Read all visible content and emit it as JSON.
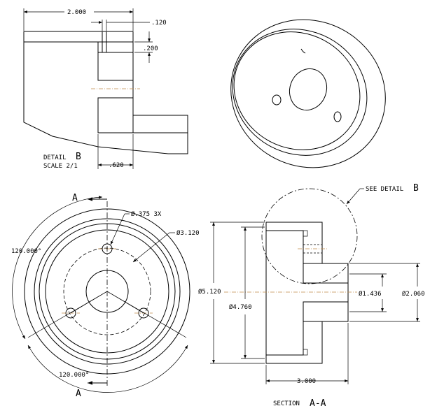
{
  "detail_b": {
    "dim_width": "2.000",
    "dim_lip": ".120",
    "dim_step": ".200",
    "dim_hub": ".620",
    "label_word": "DETAIL",
    "label_letter": "B",
    "scale": "SCALE 2/1"
  },
  "front_view": {
    "section_letter_top": "A",
    "section_letter_bottom": "A",
    "hole_callout": "Ø.375 3X",
    "bolt_circle": "Ø3.120",
    "angle_upper": "120.000°",
    "angle_lower": "120.000°"
  },
  "section_view": {
    "see_detail_text": "SEE DETAIL",
    "see_detail_letter": "B",
    "dia_outer": "Ø5.120",
    "dia_inner": "Ø4.760",
    "dia_bore": "Ø1.436",
    "dia_hub": "Ø2.060",
    "length": "3.000",
    "title_word": "SECTION",
    "title_letters": "A-A"
  }
}
